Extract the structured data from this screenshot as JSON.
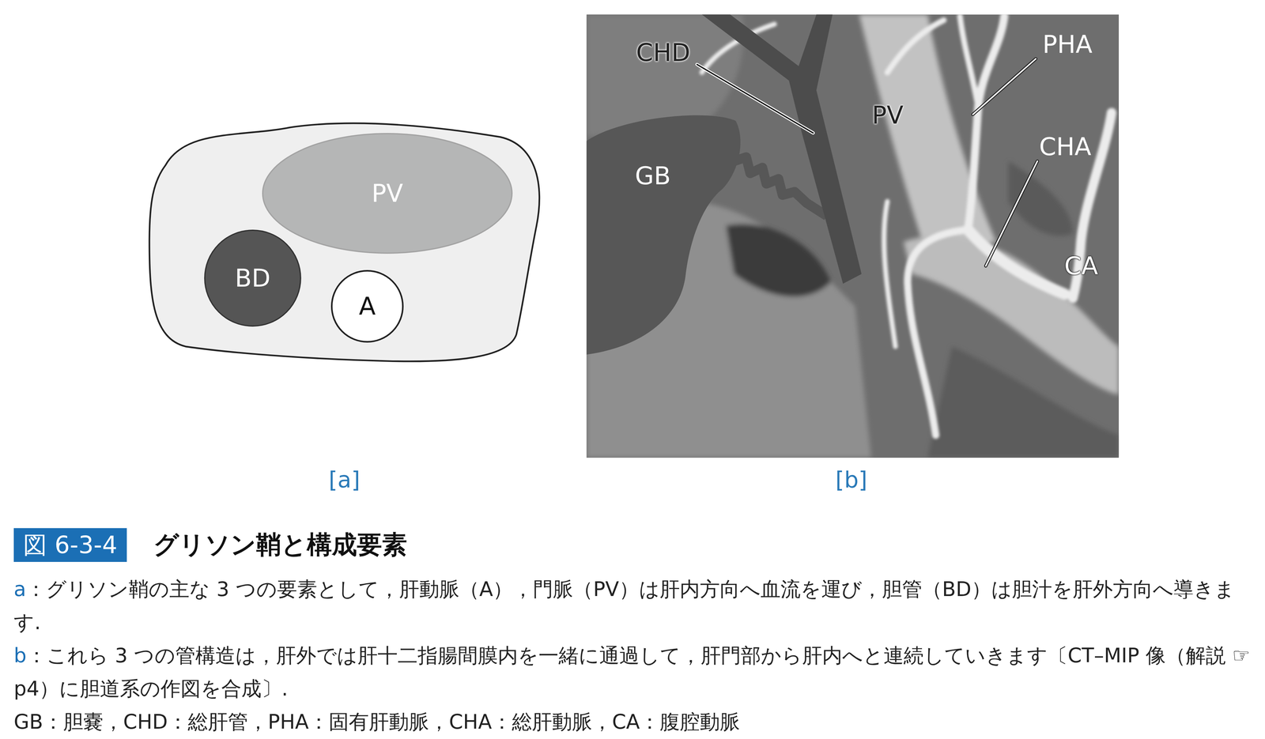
{
  "diagram": {
    "title": "グリソン鞘と構成要素",
    "nodes": [
      {
        "text": [
          "PV"
        ]
      },
      {
        "text": [
          "BD"
        ]
      },
      {
        "text": [
          "A"
        ]
      }
    ],
    "labels": [
      "CHD",
      "PV",
      "GB",
      "PHA",
      "CHA",
      "CA",
      "[a]",
      "[b]",
      "図 6-3-4",
      "a",
      "：グリソン鞘の主な 3 つの要素として，肝動脈（A），門脈（PV）は肝内方向へ血流を運び，胆管（BD）は胆汁を肝外方向へ導きます.",
      "b",
      "：これら 3 つの管構造は，肝外では肝十二指腸間膜内を一緒に通過して，肝門部から肝内へと連続していきます〔CT–MIP 像（解説 ☞ p4）に胆道系の作図を合成〕.",
      "GB：胆嚢，CHD：総肝管，PHA：固有肝動脈，CHA：総肝動脈，CA：腹腔動脈"
    ]
  }
}
